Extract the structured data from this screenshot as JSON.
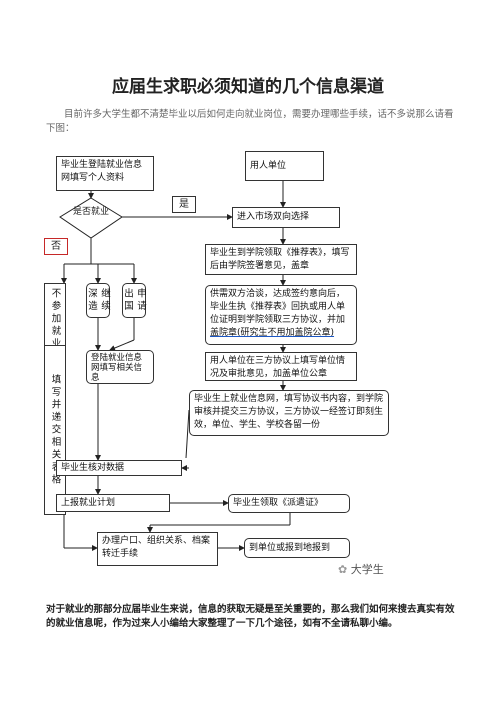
{
  "doc": {
    "title": "应届生求职必须知道的几个信息渠道",
    "intro": "目前许多大学生都不清楚毕业以后如何走向就业岗位，需要办理哪些手续，话不多说那么请看下图：",
    "footer": "对于就业的那部分应届毕业生来说，信息的获取无疑是至关重要的，那么我们如何来搜去真实有效的就业信息呢，作为过来人小编给大家整理了一下几个途径，如有不全请私聊小编。"
  },
  "flow": {
    "login": "毕业生登陆就业信息网填写个人资料",
    "employer": "用人单位",
    "decision": "是否就业",
    "yes": "是",
    "no": "否",
    "market": "进入市场双向选择",
    "recommend": "毕业生到学院领取《推荐表》，填写后由学院签署意见，盖章",
    "negotiate": "供需双方洽谈，达成签约意向后，毕业生执《推荐表》回执或用人单位证明到学院领取三方协议，并加",
    "negotiate_tail": "盖院章(研究生不用加盖院公章)",
    "sign_employer": "用人单位在三方协议上填写单位情况及审批意见，加盖单位公章",
    "online_fill": "毕业生上就业信息网，填写协议书内容，到学院审核并提交三方协议，三方协议一经签订即刻生效，单位、学生、学校各留一份",
    "no_employ": "不参加就业",
    "further_study": "继续深造",
    "go_abroad": "申请出国",
    "fill_form": "填写并递交相关表格",
    "login_info": "登陆就业信息网填写相关信息",
    "verify": "毕业生核对数据",
    "report_plan": "上报就业计划",
    "dispatch": "毕业生领取《派遣证》",
    "hukou": "办理户口、组织关系、档案转迁手续",
    "report_unit": "到单位或报到地报到"
  },
  "watermark": "大学生"
}
